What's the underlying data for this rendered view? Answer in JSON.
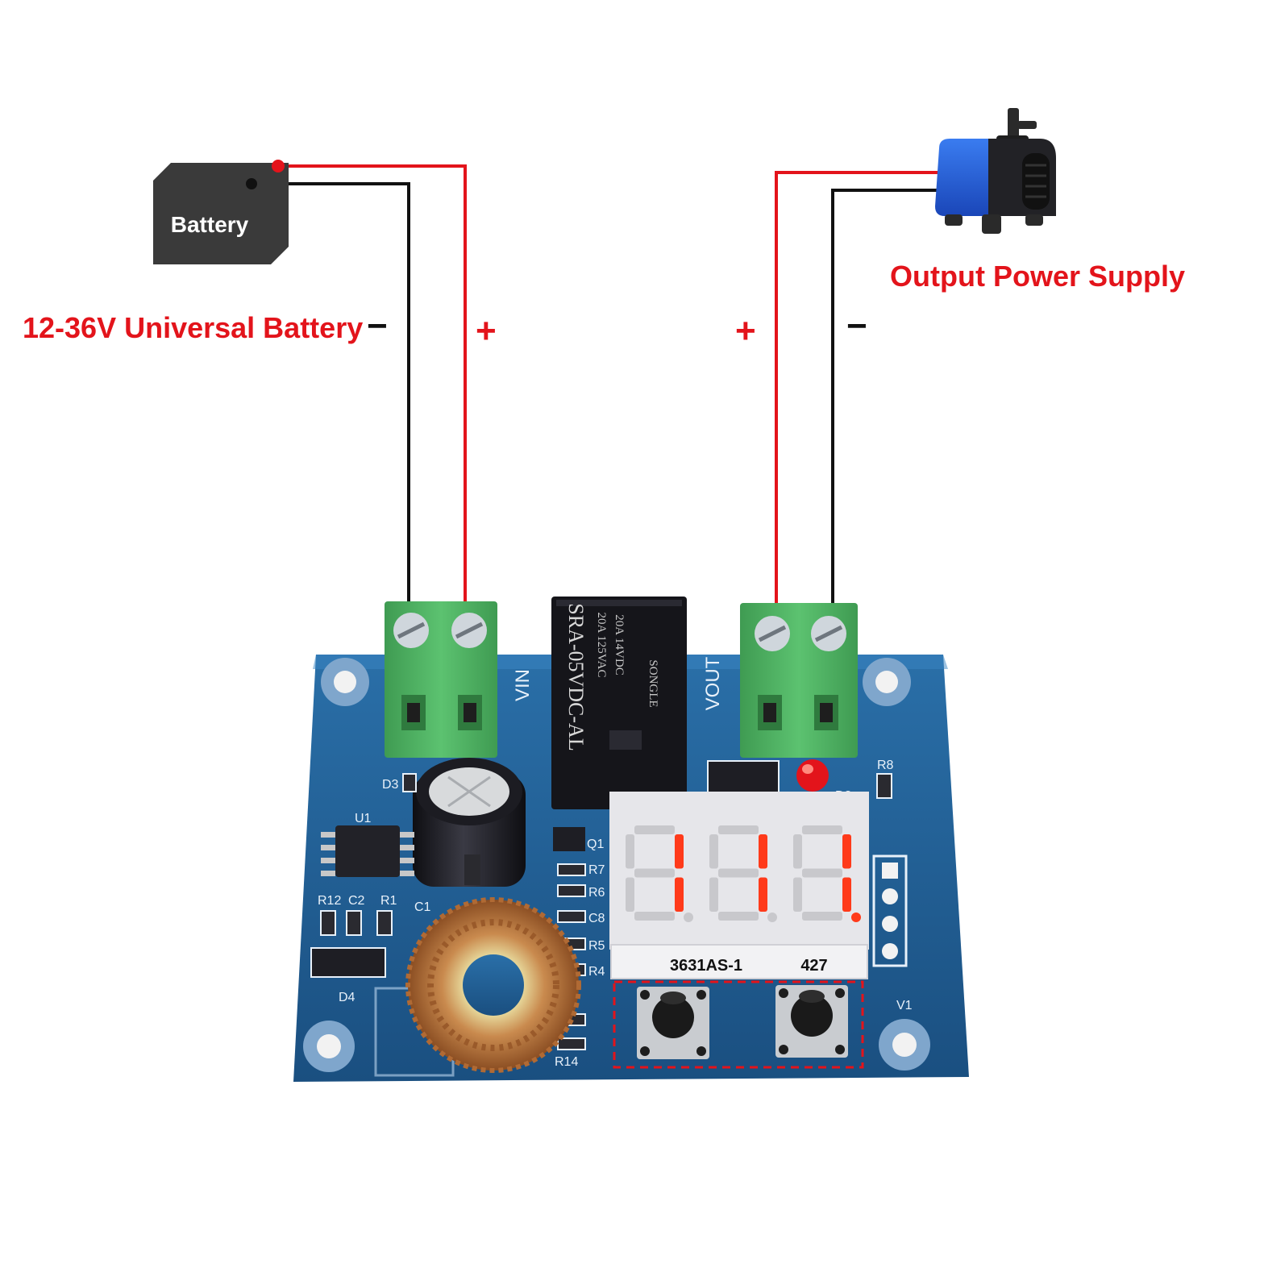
{
  "battery": {
    "box_label": "Battery",
    "caption": "12-36V Universal Battery",
    "neg_sign": "−",
    "pos_sign": "+"
  },
  "output": {
    "caption": "Output Power Supply",
    "pos_sign": "+",
    "neg_sign": "−"
  },
  "board": {
    "relay_lines": [
      "SRA-05VDC-AL",
      "20A 125VAC",
      "20A 14VDC",
      "SONGLE"
    ],
    "vin_label": "VIN",
    "vout_label": "VOUT",
    "display_code": "3631AS-1",
    "display_batch": "427",
    "silkscreen": [
      "D3",
      "U1",
      "R12",
      "C2",
      "R1",
      "C1",
      "D4",
      "Q1",
      "R7",
      "R6",
      "C8",
      "R5",
      "R4",
      "R14",
      "R8",
      "D2",
      "V1"
    ]
  },
  "colors": {
    "wire_positive": "#e3141b",
    "wire_negative": "#111111",
    "caption": "#e3141b",
    "pcb": "#1f5d92",
    "terminal": "#4cae5f",
    "segment_on": "#ff3a1a"
  }
}
